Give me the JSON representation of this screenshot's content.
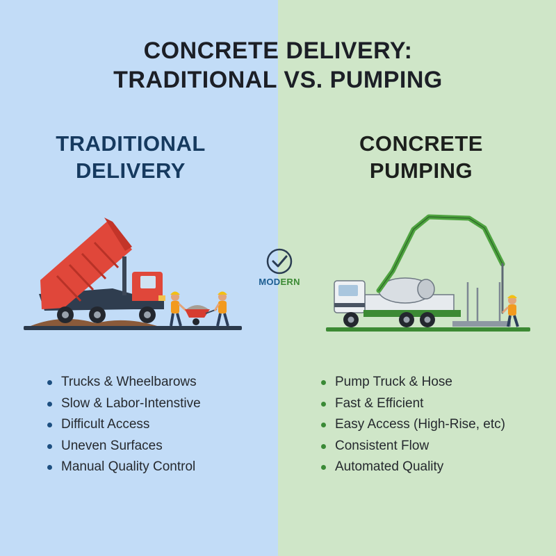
{
  "title": {
    "line1": "CONCRETE DELIVERY:",
    "line2": "TRADITIONAL VS. PUMPING"
  },
  "left": {
    "heading_line1": "TRADITIONAL",
    "heading_line2": "DELIVERY",
    "items": [
      "Trucks & Wheelbarows",
      "Slow & Labor-Intenstive",
      "Difficult Access",
      "Uneven Surfaces",
      "Manual Quality Control"
    ]
  },
  "right": {
    "heading_line1": "CONCRETE",
    "heading_line2": "PUMPING",
    "items": [
      "Pump Truck & Hose",
      "Fast & Efficient",
      "Easy Access (High-Rise, etc)",
      "Consistent Flow",
      "Automated Quality"
    ]
  },
  "badge": {
    "part1": "MOD",
    "part2": "ERN"
  },
  "icons": {
    "traditional": [
      "dump-truck-icon",
      "worker-icon",
      "wheelbarrow-icon"
    ],
    "pumping": [
      "pump-truck-icon",
      "boom-arm-icon",
      "worker-icon"
    ],
    "badge": "checkmark-circle-icon"
  },
  "colors": {
    "left_bg": "#c2dcf7",
    "right_bg": "#cfe6c8",
    "left_heading": "#163a5f",
    "right_heading": "#1c1f1c",
    "left_bullet": "#1d4f80",
    "right_bullet": "#3a8a36",
    "dump_truck": "#e0473a",
    "pump_boom": "#4ea33f"
  }
}
